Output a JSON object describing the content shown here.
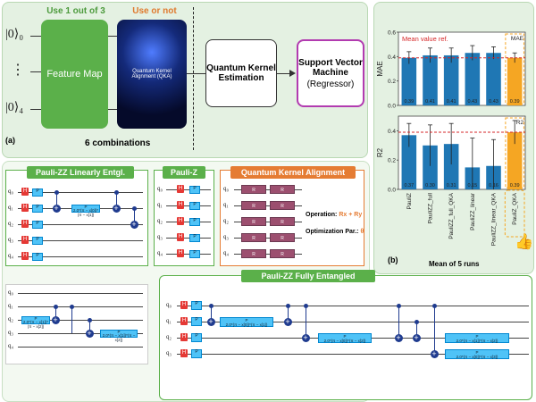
{
  "panel_a": {
    "use_one_label": "Use 1 out of 3",
    "use_or_not_label": "Use or not",
    "ket_top": "|0⟩₀",
    "ket_dots": "⋮",
    "ket_bottom": "|0⟩₄",
    "feature_map": "Feature Map",
    "qka": "Quantum Kernel Alignment (QKA)",
    "kernel_estimation": "Quantum Kernel Estimation",
    "svm_title": "Support Vector Machine",
    "svm_sub": "(Regressor)",
    "tag": "(a)",
    "combinations": "6 combinations",
    "colors": {
      "feature_map": "#5bb04a",
      "svm_border": "#b23bb0",
      "use_or_not": "#e07a2e",
      "use_one": "#4c9a3c"
    }
  },
  "panel_b": {
    "tag": "(b)",
    "xlabel": "Mean of 5 runs",
    "legend_ref": "Mean value ref.",
    "icon": "thumbs-up-icon"
  },
  "chart_data": [
    {
      "type": "bar",
      "ylabel": "MAE",
      "corner_label": "MAE",
      "categories": [
        "PauliZ",
        "PauliZZ_full",
        "PauliZZ_full_QKA",
        "PauliZZ_linear",
        "PauliZZ_linear_QKA",
        "PauliZ_QKA"
      ],
      "values": [
        0.39,
        0.41,
        0.41,
        0.43,
        0.43,
        0.39
      ],
      "value_labels": [
        "0.39",
        "0.41",
        "0.41",
        "0.43",
        "0.43",
        "0.39"
      ],
      "errors": [
        0.05,
        0.06,
        0.06,
        0.06,
        0.05,
        0.04
      ],
      "reference": 0.39,
      "ylim": [
        0,
        0.6
      ],
      "yticks": [
        "0.0",
        "0.2",
        "0.4",
        "0.6"
      ],
      "highlight_index": 5,
      "colors": {
        "bar": "#1f77b4",
        "highlight": "#f5a623",
        "ref": "#d62728"
      }
    },
    {
      "type": "bar",
      "ylabel": "R2",
      "corner_label": "R2",
      "categories": [
        "PauliZ",
        "PauliZZ_full",
        "PauliZZ_full_QKA",
        "PauliZZ_linear",
        "PauliZZ_linear_QKA",
        "PauliZ_QKA"
      ],
      "values": [
        0.37,
        0.3,
        0.31,
        0.15,
        0.16,
        0.39
      ],
      "value_labels": [
        "0.37",
        "0.30",
        "0.31",
        "0.15",
        "0.16",
        "0.39"
      ],
      "errors": [
        0.08,
        0.14,
        0.14,
        0.2,
        0.18,
        0.08
      ],
      "reference": 0.39,
      "ylim": [
        0,
        0.5
      ],
      "yticks": [
        "0.0",
        "0.2",
        "0.4"
      ],
      "highlight_index": 5,
      "colors": {
        "bar": "#1f77b4",
        "highlight": "#f5a623",
        "ref": "#d62728"
      }
    }
  ],
  "panel_c": {
    "linear_title": "Pauli-ZZ Linearly Entgl.",
    "pauliz_title": "Pauli-Z",
    "qka_title": "Quantum Kernel Alignment",
    "full_title": "Pauli-ZZ Fully Entangled",
    "operation_label": "Operation: ",
    "operation_value": "Rx + Ry",
    "optimization_label": "Optimization Par.: ",
    "optimization_value": "θ",
    "qubits": [
      "q₀",
      "q₁",
      "q₂",
      "q₃",
      "q₄"
    ],
    "h_label": "H",
    "p_label": "P",
    "r_label": "R",
    "p_formula_1": "2.0*(π − x[0])*(π − x[1])",
    "p_formula_2": "2.0*(π − x[0])*(π − x[2])",
    "p_formula_3": "2.0*(π − x[1])*(π − x[2])",
    "p_formula_4": "2.0*(π − x[0])*(π − x[3])",
    "colors": {
      "title_bg": "#5bb04a",
      "qka_title_bg": "#e57c33",
      "h_box": "#e53935",
      "p_box": "#4fc3f7",
      "r_box": "#9c4f6f",
      "gate_dot": "#1f3b8f"
    }
  }
}
